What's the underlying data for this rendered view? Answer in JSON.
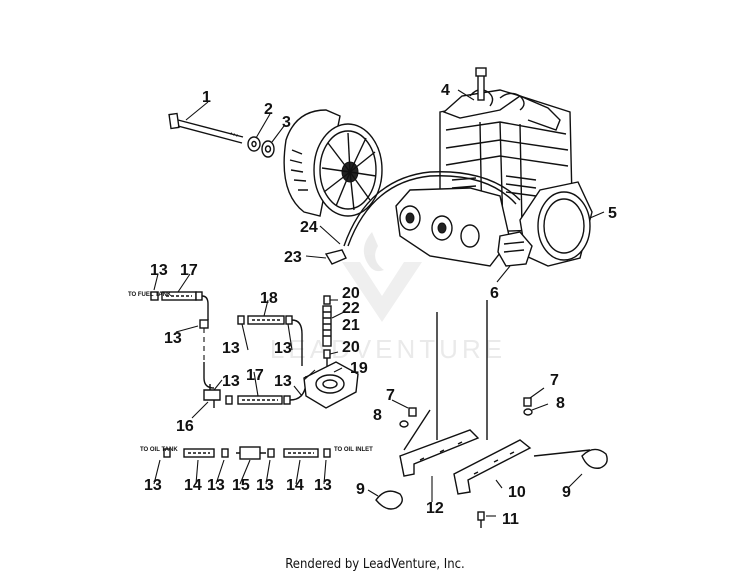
{
  "diagram": {
    "callouts": [
      "1",
      "2",
      "3",
      "4",
      "5",
      "6",
      "7",
      "8",
      "9",
      "10",
      "11",
      "12",
      "13",
      "14",
      "15",
      "16",
      "17",
      "18",
      "19",
      "20",
      "21",
      "22",
      "23",
      "24"
    ],
    "hose_labels": {
      "to_fuel_tank": "TO FUEL TANK",
      "to_oil_tank": "TO OIL TANK",
      "to_oil_inlet": "TO OIL INLET"
    }
  },
  "watermark": {
    "brand": "LEADVENTURE"
  },
  "footer": {
    "rendered_by": "Rendered by LeadVenture, Inc."
  }
}
